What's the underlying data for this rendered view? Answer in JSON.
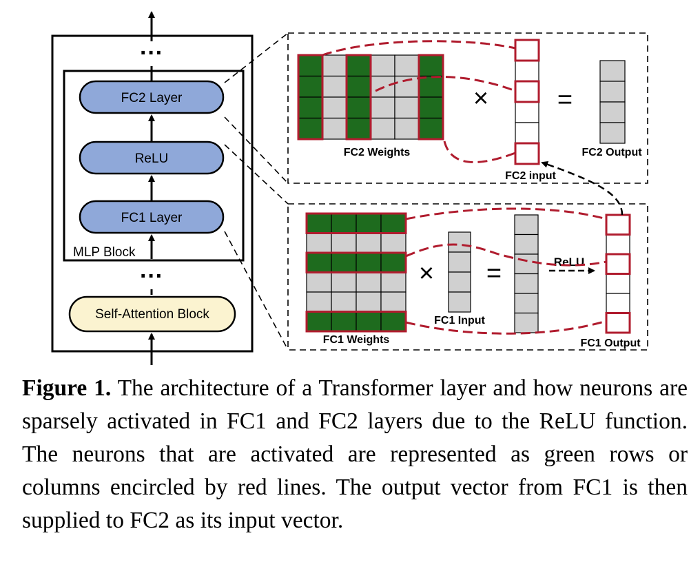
{
  "diagram": {
    "mlp_block_label": "MLP Block",
    "fc2_layer_label": "FC2 Layer",
    "relu_label": "ReLU",
    "fc1_layer_label": "FC1 Layer",
    "self_attention_label": "Self-Attention Block",
    "ellipsis": "···",
    "fc2_weights_label": "FC2 Weights",
    "fc2_input_label": "FC2 input",
    "fc2_output_label": "FC2 Output",
    "fc1_weights_label": "FC1 Weights",
    "fc1_input_label": "FC1 Input",
    "fc1_output_label": "FC1 Output",
    "relu_arrow_label": "ReLU",
    "multiply_symbol": "×",
    "equals_symbol": "=",
    "colors": {
      "layer_blue": "#8fa8d9",
      "attention_cream": "#fbf3d0",
      "active_green": "#1e6b1e",
      "inactive_gray": "#d0d0d0",
      "highlight_red": "#b01c2e"
    }
  },
  "caption": {
    "label": "Figure 1.",
    "text": " The architecture of a Transformer layer and how neurons are sparsely activated in FC1 and FC2 layers due to the ReLU function. The neurons that are activated are represented as green rows or columns encircled by red lines. The output vector from FC1 is then supplied to FC2 as its input vector."
  }
}
